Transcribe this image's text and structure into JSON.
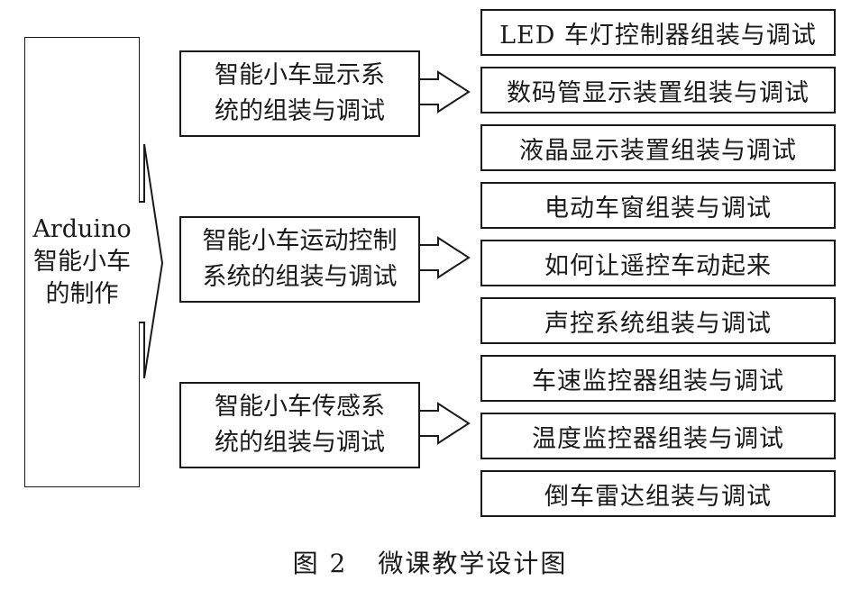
{
  "root": {
    "lines": [
      "Arduino",
      "智能小车",
      "的制作"
    ]
  },
  "groups": [
    {
      "lines": [
        "智能小车显示系",
        "统的组装与调试"
      ]
    },
    {
      "lines": [
        "智能小车运动控制",
        "系统的组装与调试"
      ]
    },
    {
      "lines": [
        "智能小车传感系",
        "统的组装与调试"
      ]
    }
  ],
  "leaves": [
    "LED 车灯控制器组装与调试",
    "数码管显示装置组装与调试",
    "液晶显示装置组装与调试",
    "电动车窗组装与调试",
    "如何让遥控车动起来",
    "声控系统组装与调试",
    "车速监控器组装与调试",
    "温度监控器组装与调试",
    "倒车雷达组装与调试"
  ],
  "caption": {
    "figure": "图 2",
    "title": "微课教学设计图"
  }
}
